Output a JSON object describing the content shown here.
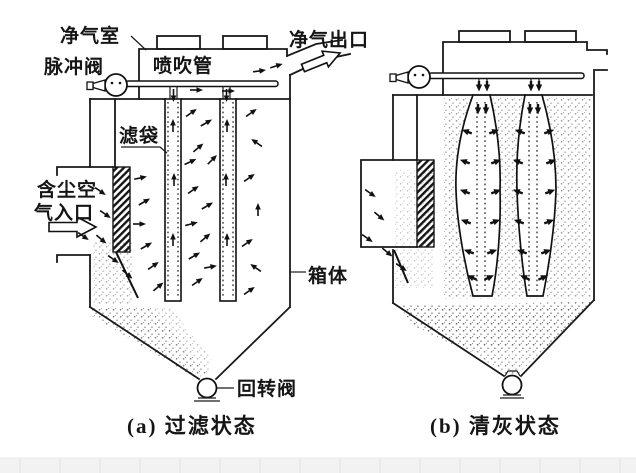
{
  "diagram": {
    "title_semantic": "pulse-jet-baghouse-two-states",
    "colors": {
      "background": "#ffffff",
      "line": "#1a1a1a",
      "footer_strip": "#f2f2f2"
    },
    "labels": {
      "clean_air_chamber": "净气室",
      "pulse_valve": "脉冲阀",
      "blow_pipe": "喷吹管",
      "clean_air_outlet": "净气出口",
      "filter_bag": "滤袋",
      "dusty_air_inlet_line1": "含尘空",
      "dusty_air_inlet_line2": "气入口",
      "casing": "箱体",
      "rotary_valve": "回转阀"
    },
    "captions": {
      "left": "(a) 过滤状态",
      "right": "(b) 清灰状态"
    }
  }
}
